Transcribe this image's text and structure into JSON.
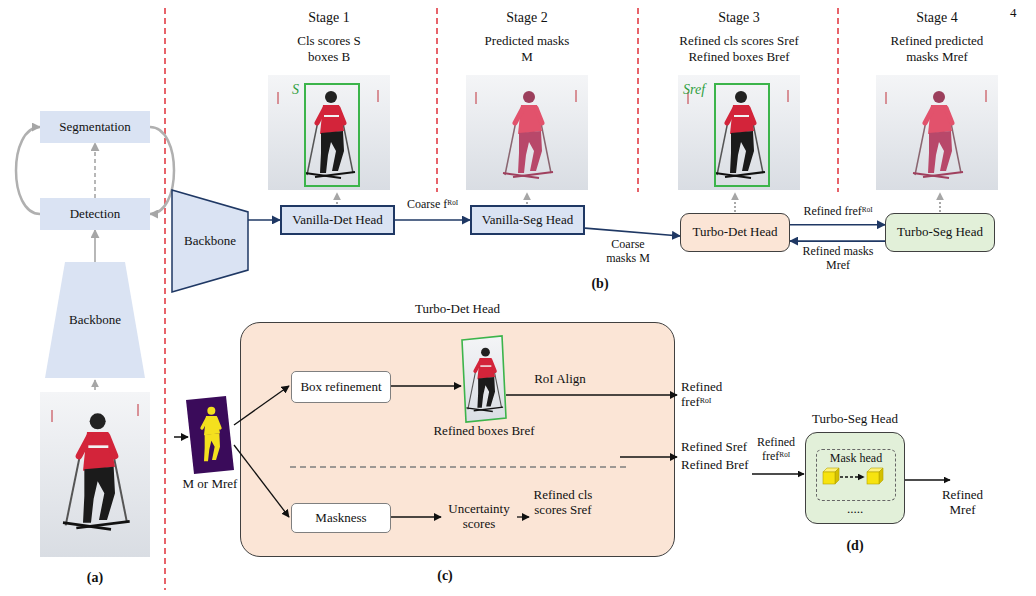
{
  "diagram": {
    "nodes": [
      {
        "text": [
          "Segmentation"
        ]
      },
      {
        "text": [
          "Detection"
        ]
      },
      {
        "text": [
          "Backbone"
        ]
      },
      {
        "text": [
          "Backbone"
        ]
      },
      {
        "text": [
          "Vanilla-Det Head"
        ]
      },
      {
        "text": [
          "Vanilla-Seg Head"
        ]
      },
      {
        "text": [
          "Turbo-Det Head"
        ]
      },
      {
        "text": [
          "Turbo-Seg Head"
        ]
      },
      {
        "text": [
          "Turbo-Det Head"
        ]
      },
      {
        "text": [
          "Box refinement"
        ],
        "in": 8
      },
      {
        "text": [
          "Maskness"
        ],
        "in": 8
      },
      {
        "text": [
          "Turbo-Seg Head"
        ]
      },
      {
        "text": [
          "Mask head"
        ],
        "in": 11
      }
    ],
    "edges": [
      {
        "from": 2,
        "to": 1,
        "arrow": "to"
      },
      {
        "from": 1,
        "to": 0,
        "arrow": "to"
      },
      {
        "from": 1,
        "to": 0,
        "arrow": "to"
      },
      {
        "from": 0,
        "to": 1,
        "arrow": "to"
      },
      {
        "from": 3,
        "to": 4,
        "arrow": "to"
      },
      {
        "from": 4,
        "to": 5,
        "label": "Coarse fᴿᵒᴵ",
        "arrow": "to"
      },
      {
        "from": 5,
        "to": 6,
        "label": "Coarse masks M",
        "arrow": "to"
      },
      {
        "from": 6,
        "to": 7,
        "label": "Refined frefᴿᵒᴵ",
        "arrow": "to"
      },
      {
        "from": 7,
        "to": 6,
        "label": "Refined masks Mref",
        "arrow": "to"
      }
    ],
    "labels": [
      "4",
      "(a)",
      "Stage 1",
      "Cls scores S",
      "boxes B",
      "S",
      "Stage 2",
      "Predicted masks",
      "M",
      "Stage 3",
      "Refined cls scores Sref",
      "Refined boxes Bref",
      "Sref",
      "Stage 4",
      "Refined predicted",
      "masks Mref",
      "(b)",
      "M or Mref",
      "Refined boxes Bref",
      "RoI Align",
      "Refined frefᴿᵒᴵ",
      "Refined Sref",
      "Refined Bref",
      "Uncertainty scores",
      "Refined cls scores Sref",
      "(c)",
      "Refined frefᴿᵒᴵ",
      "Refined Mref",
      ".....",
      "(d)"
    ]
  }
}
